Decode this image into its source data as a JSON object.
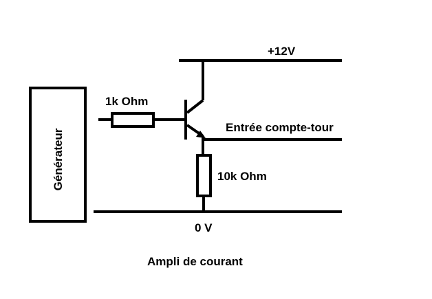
{
  "diagram": {
    "title": "Ampli de courant",
    "generator_label": "Générateur",
    "supply_label": "+12V",
    "ground_label": "0 V",
    "output_label": "Entrée compte-tour",
    "resistor_base": {
      "label": "1k Ohm"
    },
    "resistor_emitter": {
      "label": "10k Ohm"
    },
    "transistor": {
      "type": "NPN"
    }
  },
  "colors": {
    "stroke": "#000000",
    "background": "#ffffff"
  }
}
